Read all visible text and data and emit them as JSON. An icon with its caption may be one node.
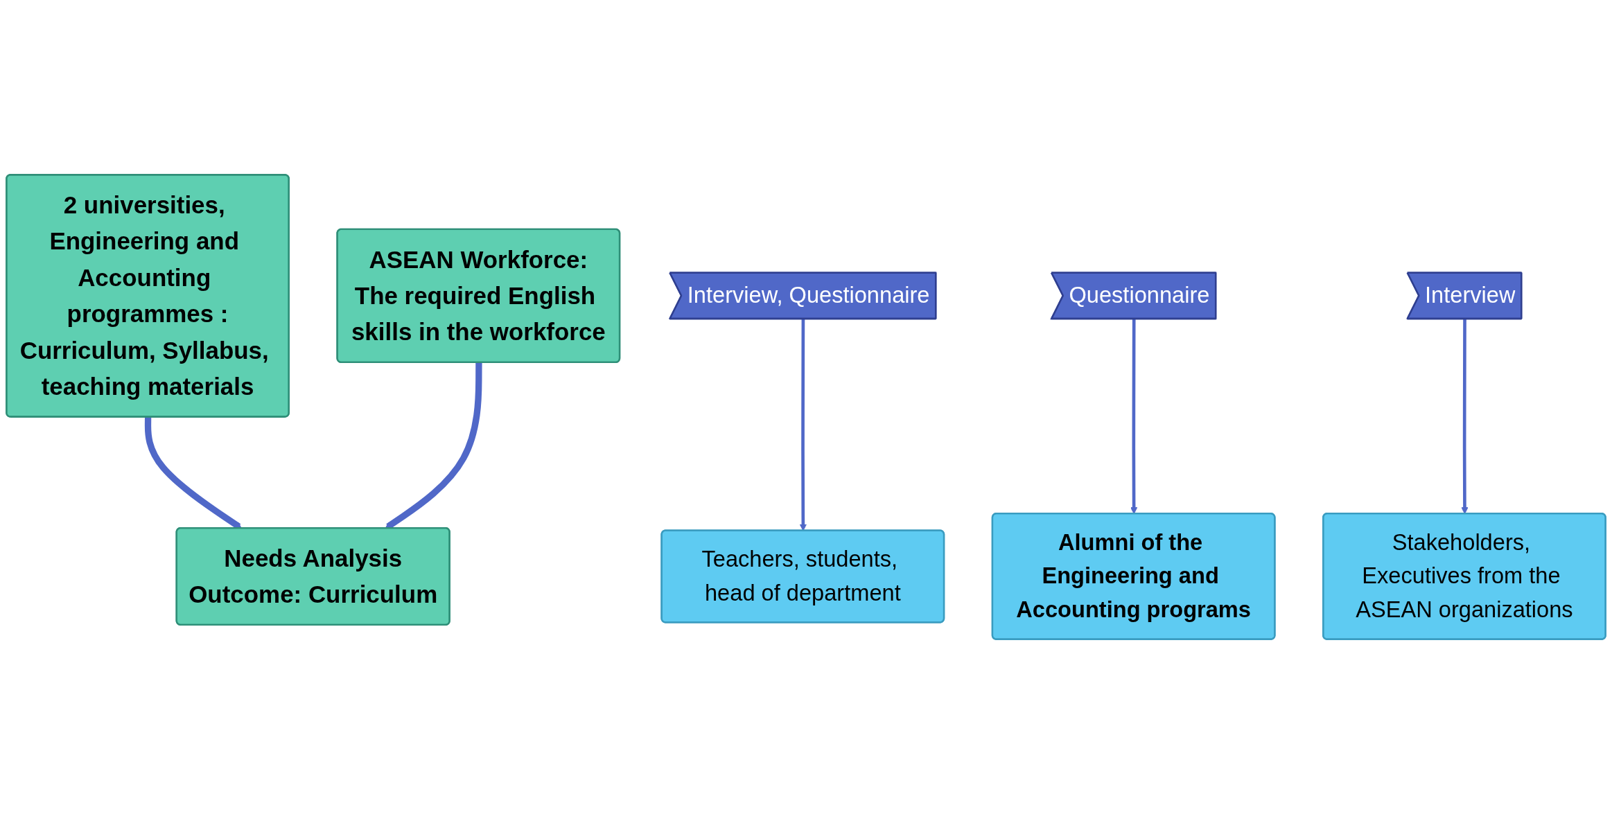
{
  "diagram": {
    "nodes": [
      {
        "text": [
          "2 universities, Engineering and Accounting programmes :",
          "Curriculum, Syllabus, teaching materials"
        ]
      },
      {
        "text": [
          "Needs Analysis",
          "Outcome: Curriculum"
        ]
      },
      {
        "text": [
          "ASEAN Workforce:",
          "The required English skills in the workforce"
        ]
      },
      {
        "text": [
          "Interview, Questionnaire"
        ]
      },
      {
        "text": [
          "Teachers, students, head of department"
        ]
      },
      {
        "text": [
          "Questionnaire"
        ]
      },
      {
        "text": [
          "Interview"
        ]
      },
      {
        "text": [
          "Alumni of the Engineering and Accounting programs"
        ]
      },
      {
        "text": [
          "Stakeholders, Executives from the ASEAN organizations"
        ]
      }
    ],
    "edges": [
      {
        "from": 0,
        "to": 1,
        "arrow": "to",
        "style": "thick"
      },
      {
        "from": 2,
        "to": 1,
        "arrow": "to",
        "style": "thick"
      },
      {
        "from": 3,
        "to": 4,
        "arrow": "to"
      },
      {
        "from": 5,
        "to": 7,
        "arrow": "to"
      },
      {
        "from": 6,
        "to": 8,
        "arrow": "to"
      }
    ]
  }
}
